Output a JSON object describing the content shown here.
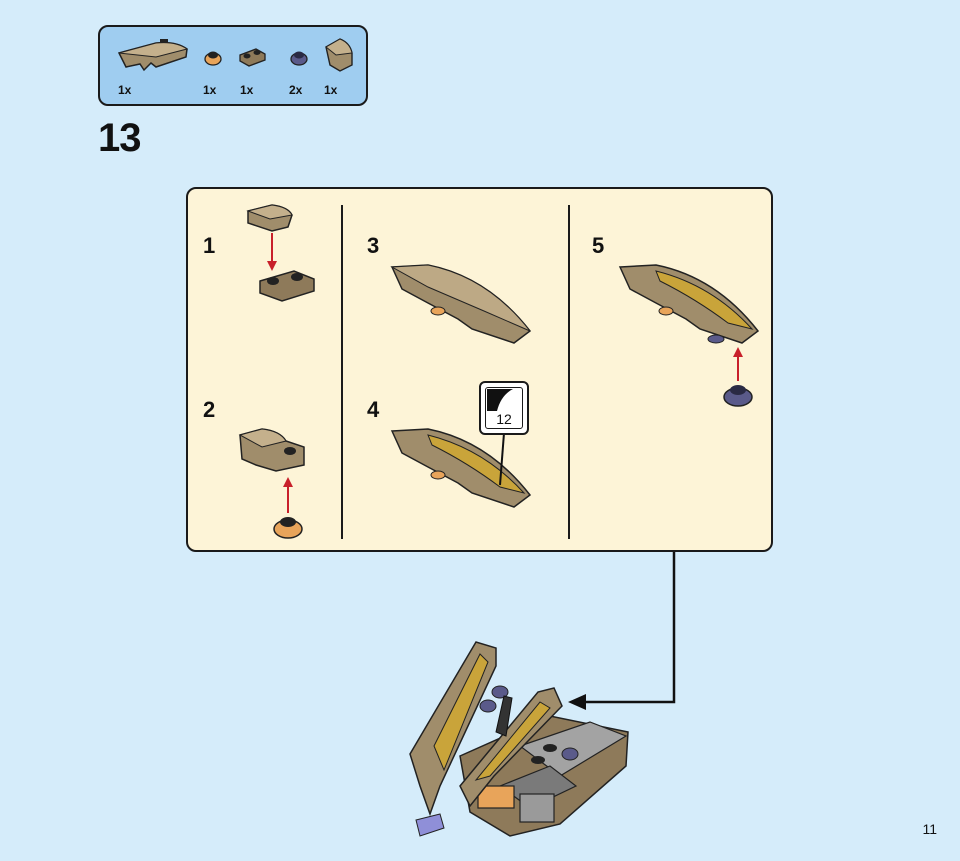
{
  "step": {
    "number": "13"
  },
  "parts_list": [
    {
      "name": "curved-slope-brick",
      "qty": "1x",
      "color": "#a08d6b"
    },
    {
      "name": "round-plate-orange",
      "qty": "1x",
      "color": "#e8a45a"
    },
    {
      "name": "plate-1x2-dark-tan",
      "qty": "1x",
      "color": "#8e7a5a"
    },
    {
      "name": "round-plate-purple",
      "qty": "2x",
      "color": "#5a5a8a"
    },
    {
      "name": "curved-slope-small",
      "qty": "1x",
      "color": "#a08d6b"
    }
  ],
  "substeps": [
    {
      "label": "1"
    },
    {
      "label": "2"
    },
    {
      "label": "3"
    },
    {
      "label": "4"
    },
    {
      "label": "5"
    }
  ],
  "callout": {
    "sticker_number": "12"
  },
  "page": {
    "number": "11"
  },
  "colors": {
    "background": "#d5ecfa",
    "parts_box": "#9fcdf0",
    "panel": "#fdf4d7",
    "arrow": "#c8202a",
    "tan": "#a08d6b",
    "gold": "#c9a43a"
  }
}
